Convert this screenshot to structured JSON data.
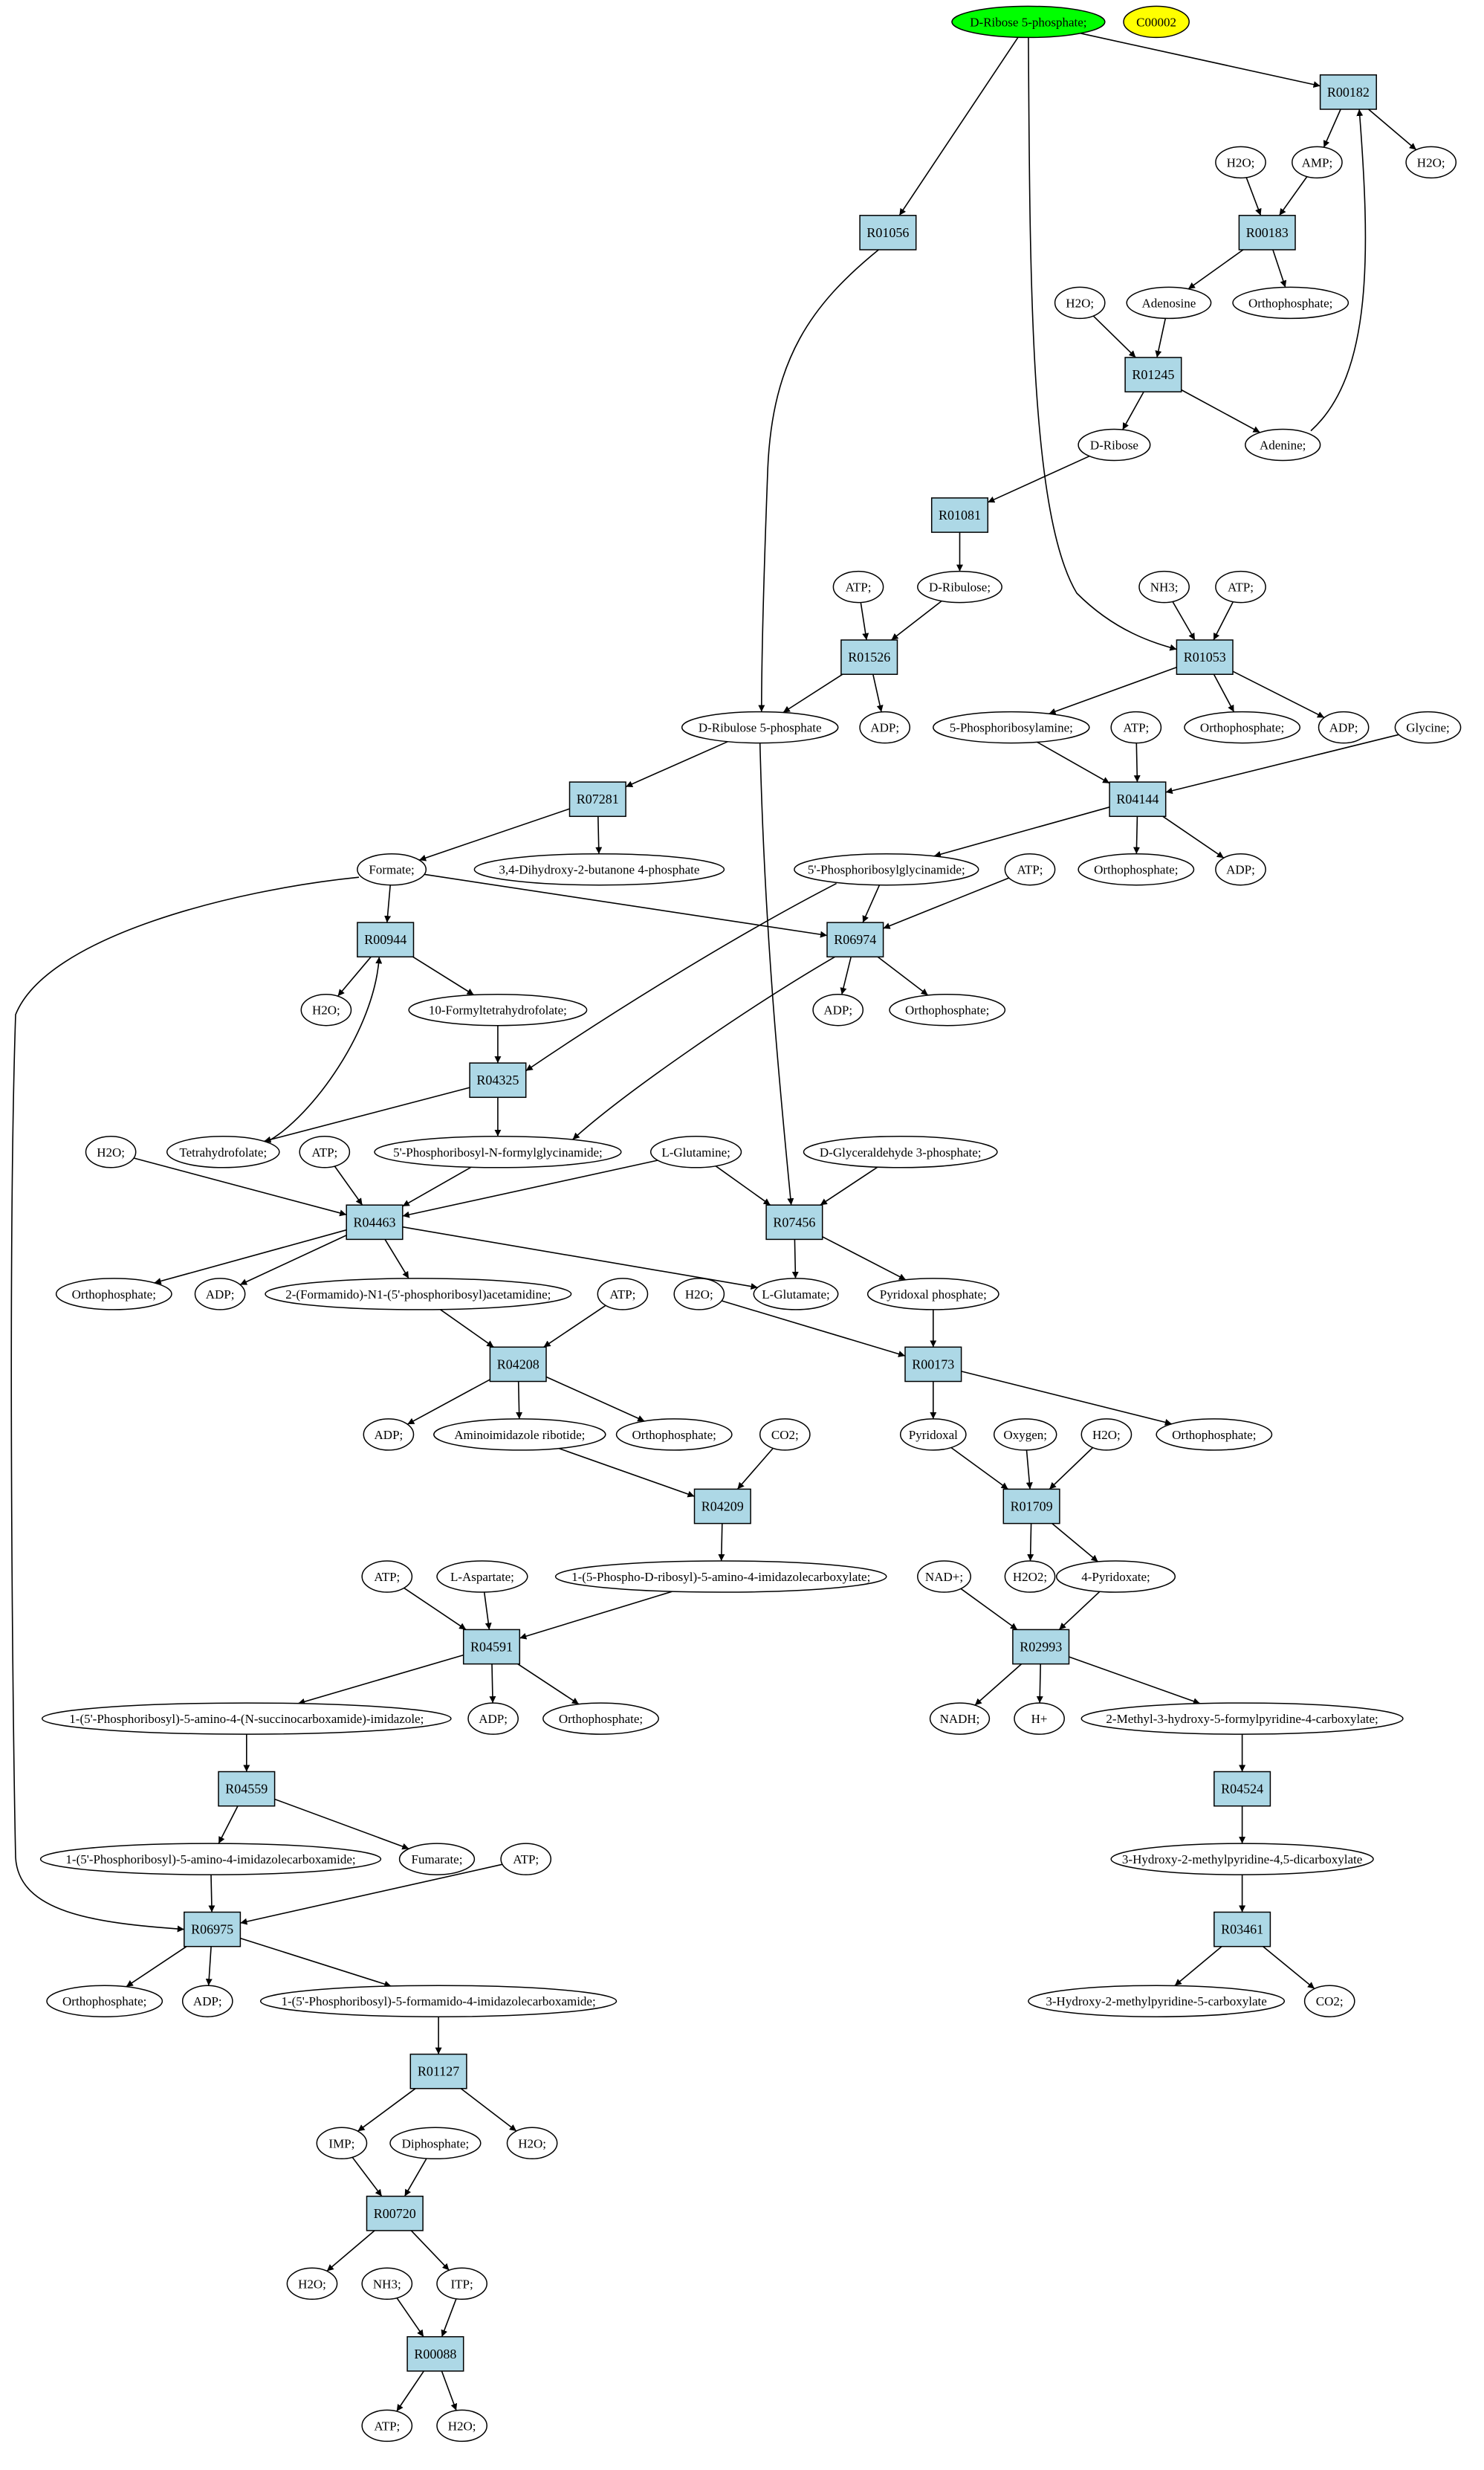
{
  "colors": {
    "reaction_fill": "#add8e6",
    "compound_fill": "#ffffff",
    "highlight_green": "#00ff00",
    "highlight_yellow": "#ffff00",
    "stroke": "#000000"
  },
  "reactions": [
    {
      "id": "R00182",
      "label": "R00182"
    },
    {
      "id": "R00183",
      "label": "R00183"
    },
    {
      "id": "R01056",
      "label": "R01056"
    },
    {
      "id": "R01245",
      "label": "R01245"
    },
    {
      "id": "R01081",
      "label": "R01081"
    },
    {
      "id": "R01526",
      "label": "R01526"
    },
    {
      "id": "R01053",
      "label": "R01053"
    },
    {
      "id": "R04144",
      "label": "R04144"
    },
    {
      "id": "R07281",
      "label": "R07281"
    },
    {
      "id": "R00944",
      "label": "R00944"
    },
    {
      "id": "R06974",
      "label": "R06974"
    },
    {
      "id": "R04325",
      "label": "R04325"
    },
    {
      "id": "R04463",
      "label": "R04463"
    },
    {
      "id": "R07456",
      "label": "R07456"
    },
    {
      "id": "R04208",
      "label": "R04208"
    },
    {
      "id": "R00173",
      "label": "R00173"
    },
    {
      "id": "R04209",
      "label": "R04209"
    },
    {
      "id": "R01709",
      "label": "R01709"
    },
    {
      "id": "R04591",
      "label": "R04591"
    },
    {
      "id": "R02993",
      "label": "R02993"
    },
    {
      "id": "R04559",
      "label": "R04559"
    },
    {
      "id": "R04524",
      "label": "R04524"
    },
    {
      "id": "R06975",
      "label": "R06975"
    },
    {
      "id": "R03461",
      "label": "R03461"
    },
    {
      "id": "R01127",
      "label": "R01127"
    },
    {
      "id": "R00720",
      "label": "R00720"
    },
    {
      "id": "R00088",
      "label": "R00088"
    }
  ],
  "compounds": [
    {
      "id": "c_r5p",
      "label": "D-Ribose 5-phosphate;",
      "highlight": "green"
    },
    {
      "id": "c_c00002",
      "label": "C00002",
      "highlight": "yellow"
    },
    {
      "id": "c_h2o_a",
      "label": "H2O;"
    },
    {
      "id": "c_h2o_b",
      "label": "H2O;"
    },
    {
      "id": "c_amp",
      "label": "AMP;"
    },
    {
      "id": "c_h2o_c",
      "label": "H2O;"
    },
    {
      "id": "c_adenosine",
      "label": "Adenosine"
    },
    {
      "id": "c_orthop_a",
      "label": "Orthophosphate;"
    },
    {
      "id": "c_dribose",
      "label": "D-Ribose"
    },
    {
      "id": "c_adenine",
      "label": "Adenine;"
    },
    {
      "id": "c_atp_a",
      "label": "ATP;"
    },
    {
      "id": "c_dribulose",
      "label": "D-Ribulose;"
    },
    {
      "id": "c_nh3_a",
      "label": "NH3;"
    },
    {
      "id": "c_atp_b",
      "label": "ATP;"
    },
    {
      "id": "c_dru5p",
      "label": "D-Ribulose 5-phosphate"
    },
    {
      "id": "c_adp_a",
      "label": "ADP;"
    },
    {
      "id": "c_5pra",
      "label": "5-Phosphoribosylamine;"
    },
    {
      "id": "c_orthop_b",
      "label": "Orthophosphate;"
    },
    {
      "id": "c_adp_b",
      "label": "ADP;"
    },
    {
      "id": "c_atp_c",
      "label": "ATP;"
    },
    {
      "id": "c_glycine",
      "label": "Glycine;"
    },
    {
      "id": "c_formate",
      "label": "Formate;"
    },
    {
      "id": "c_dhbp",
      "label": "3,4-Dihydroxy-2-butanone 4-phosphate"
    },
    {
      "id": "c_gar",
      "label": "5'-Phosphoribosylglycinamide;"
    },
    {
      "id": "c_atp_d",
      "label": "ATP;"
    },
    {
      "id": "c_orthop_c",
      "label": "Orthophosphate;"
    },
    {
      "id": "c_adp_c",
      "label": "ADP;"
    },
    {
      "id": "c_h2o_d",
      "label": "H2O;"
    },
    {
      "id": "c_10fthf",
      "label": "10-Formyltetrahydrofolate;"
    },
    {
      "id": "c_adp_d",
      "label": "ADP;"
    },
    {
      "id": "c_orthop_d",
      "label": "Orthophosphate;"
    },
    {
      "id": "c_h2o_e",
      "label": "H2O;"
    },
    {
      "id": "c_atp_e",
      "label": "ATP;"
    },
    {
      "id": "c_thf",
      "label": "Tetrahydrofolate;"
    },
    {
      "id": "c_fgar",
      "label": "5'-Phosphoribosyl-N-formylglycinamide;"
    },
    {
      "id": "c_lgln",
      "label": "L-Glutamine;"
    },
    {
      "id": "c_g3p",
      "label": "D-Glyceraldehyde 3-phosphate;"
    },
    {
      "id": "c_orthop_e",
      "label": "Orthophosphate;"
    },
    {
      "id": "c_adp_e",
      "label": "ADP;"
    },
    {
      "id": "c_fgam",
      "label": "2-(Formamido)-N1-(5'-phosphoribosyl)acetamidine;"
    },
    {
      "id": "c_lglu",
      "label": "L-Glutamate;"
    },
    {
      "id": "c_plp",
      "label": "Pyridoxal phosphate;"
    },
    {
      "id": "c_h2o_f",
      "label": "H2O;"
    },
    {
      "id": "c_atp_f",
      "label": "ATP;"
    },
    {
      "id": "c_adp_f",
      "label": "ADP;"
    },
    {
      "id": "c_air",
      "label": "Aminoimidazole ribotide;"
    },
    {
      "id": "c_orthop_f",
      "label": "Orthophosphate;"
    },
    {
      "id": "c_co2_a",
      "label": "CO2;"
    },
    {
      "id": "c_pyridoxal",
      "label": "Pyridoxal"
    },
    {
      "id": "c_oxygen",
      "label": "Oxygen;"
    },
    {
      "id": "c_h2o_g",
      "label": "H2O;"
    },
    {
      "id": "c_orthop_g",
      "label": "Orthophosphate;"
    },
    {
      "id": "c_cair",
      "label": "1-(5-Phospho-D-ribosyl)-5-amino-4-imidazolecarboxylate;"
    },
    {
      "id": "c_h2o2",
      "label": "H2O2;"
    },
    {
      "id": "c_4pyr",
      "label": "4-Pyridoxate;"
    },
    {
      "id": "c_atp_g",
      "label": "ATP;"
    },
    {
      "id": "c_lasp",
      "label": "L-Aspartate;"
    },
    {
      "id": "c_nad",
      "label": "NAD+;"
    },
    {
      "id": "c_saicar",
      "label": "1-(5'-Phosphoribosyl)-5-amino-4-(N-succinocarboxamide)-imidazole;"
    },
    {
      "id": "c_adp_g",
      "label": "ADP;"
    },
    {
      "id": "c_orthop_h",
      "label": "Orthophosphate;"
    },
    {
      "id": "c_nadh",
      "label": "NADH;"
    },
    {
      "id": "c_hplus",
      "label": "H+"
    },
    {
      "id": "c_mhfpc",
      "label": "2-Methyl-3-hydroxy-5-formylpyridine-4-carboxylate;"
    },
    {
      "id": "c_aicar",
      "label": "1-(5'-Phosphoribosyl)-5-amino-4-imidazolecarboxamide;"
    },
    {
      "id": "c_fumarate",
      "label": "Fumarate;"
    },
    {
      "id": "c_atp_h",
      "label": "ATP;"
    },
    {
      "id": "c_hmpd",
      "label": "3-Hydroxy-2-methylpyridine-4,5-dicarboxylate"
    },
    {
      "id": "c_orthop_i",
      "label": "Orthophosphate;"
    },
    {
      "id": "c_adp_h",
      "label": "ADP;"
    },
    {
      "id": "c_faicar",
      "label": "1-(5'-Phosphoribosyl)-5-formamido-4-imidazolecarboxamide;"
    },
    {
      "id": "c_hmpc",
      "label": "3-Hydroxy-2-methylpyridine-5-carboxylate"
    },
    {
      "id": "c_co2_b",
      "label": "CO2;"
    },
    {
      "id": "c_imp",
      "label": "IMP;"
    },
    {
      "id": "c_diphosphate",
      "label": "Diphosphate;"
    },
    {
      "id": "c_h2o_h",
      "label": "H2O;"
    },
    {
      "id": "c_h2o_i",
      "label": "H2O;"
    },
    {
      "id": "c_nh3_b",
      "label": "NH3;"
    },
    {
      "id": "c_itp",
      "label": "ITP;"
    },
    {
      "id": "c_atp_i",
      "label": "ATP;"
    },
    {
      "id": "c_h2o_j",
      "label": "H2O;"
    }
  ],
  "edges": [
    [
      "c_r5p",
      "R00182"
    ],
    [
      "c_r5p",
      "R01056"
    ],
    [
      "c_r5p",
      "R01053"
    ],
    [
      "R00182",
      "c_amp"
    ],
    [
      "R00182",
      "c_h2o_b"
    ],
    [
      "c_adenine",
      "R00182"
    ],
    [
      "c_h2o_a",
      "R00183"
    ],
    [
      "c_amp",
      "R00183"
    ],
    [
      "R00183",
      "c_adenosine"
    ],
    [
      "R00183",
      "c_orthop_a"
    ],
    [
      "R01056",
      "c_dru5p"
    ],
    [
      "c_h2o_c",
      "R01245"
    ],
    [
      "c_adenosine",
      "R01245"
    ],
    [
      "R01245",
      "c_dribose"
    ],
    [
      "R01245",
      "c_adenine"
    ],
    [
      "c_dribose",
      "R01081"
    ],
    [
      "R01081",
      "c_dribulose"
    ],
    [
      "c_atp_a",
      "R01526"
    ],
    [
      "c_dribulose",
      "R01526"
    ],
    [
      "R01526",
      "c_dru5p"
    ],
    [
      "R01526",
      "c_adp_a"
    ],
    [
      "c_nh3_a",
      "R01053"
    ],
    [
      "c_atp_b",
      "R01053"
    ],
    [
      "R01053",
      "c_5pra"
    ],
    [
      "R01053",
      "c_orthop_b"
    ],
    [
      "R01053",
      "c_adp_b"
    ],
    [
      "c_5pra",
      "R04144"
    ],
    [
      "c_atp_c",
      "R04144"
    ],
    [
      "c_glycine",
      "R04144"
    ],
    [
      "R04144",
      "c_gar"
    ],
    [
      "R04144",
      "c_orthop_c"
    ],
    [
      "R04144",
      "c_adp_c"
    ],
    [
      "c_dru5p",
      "R07281"
    ],
    [
      "c_dru5p",
      "R07456"
    ],
    [
      "R07281",
      "c_formate"
    ],
    [
      "R07281",
      "c_dhbp"
    ],
    [
      "c_formate",
      "R00944"
    ],
    [
      "c_formate",
      "R06974"
    ],
    [
      "c_formate",
      "R06975"
    ],
    [
      "c_thf",
      "R00944"
    ],
    [
      "R00944",
      "c_h2o_d"
    ],
    [
      "R00944",
      "c_10fthf"
    ],
    [
      "c_gar",
      "R06974"
    ],
    [
      "c_atp_d",
      "R06974"
    ],
    [
      "R06974",
      "c_adp_d"
    ],
    [
      "R06974",
      "c_orthop_d"
    ],
    [
      "R06974",
      "c_fgar"
    ],
    [
      "c_gar",
      "R04325"
    ],
    [
      "c_10fthf",
      "R04325"
    ],
    [
      "R04325",
      "c_thf"
    ],
    [
      "R04325",
      "c_fgar"
    ],
    [
      "c_h2o_e",
      "R04463"
    ],
    [
      "c_atp_e",
      "R04463"
    ],
    [
      "c_fgar",
      "R04463"
    ],
    [
      "c_lgln",
      "R04463"
    ],
    [
      "R04463",
      "c_orthop_e"
    ],
    [
      "R04463",
      "c_adp_e"
    ],
    [
      "R04463",
      "c_fgam"
    ],
    [
      "R04463",
      "c_lglu"
    ],
    [
      "c_lgln",
      "R07456"
    ],
    [
      "c_g3p",
      "R07456"
    ],
    [
      "R07456",
      "c_lglu"
    ],
    [
      "R07456",
      "c_plp"
    ],
    [
      "c_fgam",
      "R04208"
    ],
    [
      "c_atp_f",
      "R04208"
    ],
    [
      "R04208",
      "c_adp_f"
    ],
    [
      "R04208",
      "c_air"
    ],
    [
      "R04208",
      "c_orthop_f"
    ],
    [
      "c_h2o_f",
      "R00173"
    ],
    [
      "c_plp",
      "R00173"
    ],
    [
      "R00173",
      "c_pyridoxal"
    ],
    [
      "R00173",
      "c_orthop_g"
    ],
    [
      "c_air",
      "R04209"
    ],
    [
      "c_co2_a",
      "R04209"
    ],
    [
      "R04209",
      "c_cair"
    ],
    [
      "c_pyridoxal",
      "R01709"
    ],
    [
      "c_oxygen",
      "R01709"
    ],
    [
      "c_h2o_g",
      "R01709"
    ],
    [
      "R01709",
      "c_h2o2"
    ],
    [
      "R01709",
      "c_4pyr"
    ],
    [
      "c_atp_g",
      "R04591"
    ],
    [
      "c_lasp",
      "R04591"
    ],
    [
      "c_cair",
      "R04591"
    ],
    [
      "R04591",
      "c_saicar"
    ],
    [
      "R04591",
      "c_adp_g"
    ],
    [
      "R04591",
      "c_orthop_h"
    ],
    [
      "c_nad",
      "R02993"
    ],
    [
      "c_4pyr",
      "R02993"
    ],
    [
      "R02993",
      "c_nadh"
    ],
    [
      "R02993",
      "c_hplus"
    ],
    [
      "R02993",
      "c_mhfpc"
    ],
    [
      "c_saicar",
      "R04559"
    ],
    [
      "R04559",
      "c_aicar"
    ],
    [
      "R04559",
      "c_fumarate"
    ],
    [
      "c_mhfpc",
      "R04524"
    ],
    [
      "R04524",
      "c_hmpd"
    ],
    [
      "c_aicar",
      "R06975"
    ],
    [
      "c_atp_h",
      "R06975"
    ],
    [
      "R06975",
      "c_orthop_i"
    ],
    [
      "R06975",
      "c_adp_h"
    ],
    [
      "R06975",
      "c_faicar"
    ],
    [
      "c_hmpd",
      "R03461"
    ],
    [
      "R03461",
      "c_hmpc"
    ],
    [
      "R03461",
      "c_co2_b"
    ],
    [
      "c_faicar",
      "R01127"
    ],
    [
      "R01127",
      "c_imp"
    ],
    [
      "R01127",
      "c_h2o_h"
    ],
    [
      "c_imp",
      "R00720"
    ],
    [
      "c_diphosphate",
      "R00720"
    ],
    [
      "R00720",
      "c_h2o_i"
    ],
    [
      "R00720",
      "c_itp"
    ],
    [
      "c_nh3_b",
      "R00088"
    ],
    [
      "c_itp",
      "R00088"
    ],
    [
      "R00088",
      "c_atp_i"
    ],
    [
      "R00088",
      "c_h2o_j"
    ]
  ]
}
